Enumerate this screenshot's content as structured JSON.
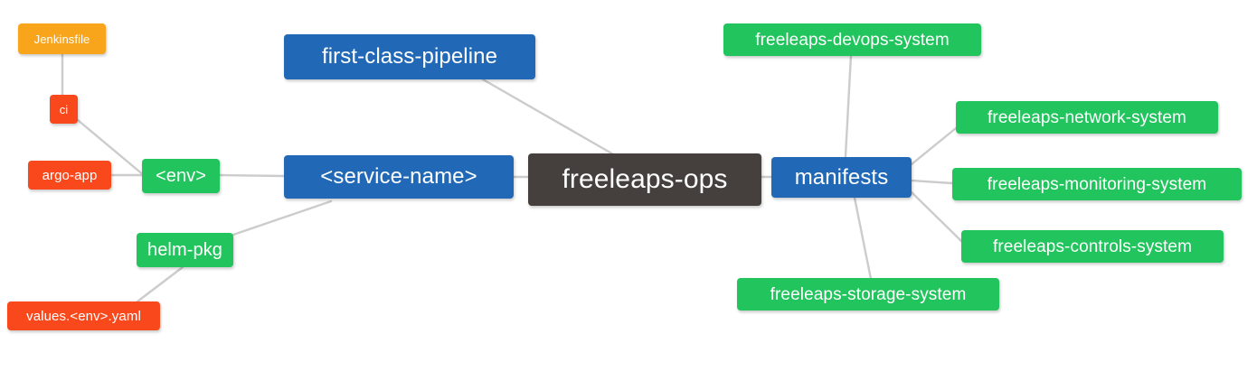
{
  "diagram": {
    "type": "mindmap",
    "title": "freeleaps-ops",
    "background_color": "#ffffff",
    "edge_color": "#cccccc",
    "palette": {
      "root": "#45403d",
      "blue": "#2169b6",
      "green": "#21c45d",
      "orange": "#f9a51b",
      "red": "#f9481b",
      "text": "#ffffff"
    }
  },
  "nodes": [
    {
      "id": "root",
      "label": "freeleaps-ops",
      "color": "#45403d"
    },
    {
      "id": "service",
      "label": "<service-name>",
      "color": "#2169b6"
    },
    {
      "id": "pipeline",
      "label": "first-class-pipeline",
      "color": "#2169b6"
    },
    {
      "id": "manifests",
      "label": "manifests",
      "color": "#2169b6"
    },
    {
      "id": "env",
      "label": "<env>",
      "color": "#21c45d"
    },
    {
      "id": "helmpkg",
      "label": "helm-pkg",
      "color": "#21c45d"
    },
    {
      "id": "jenkinsfile",
      "label": "Jenkinsfile",
      "color": "#f9a51b"
    },
    {
      "id": "ci",
      "label": "ci",
      "color": "#f9481b"
    },
    {
      "id": "argoapp",
      "label": "argo-app",
      "color": "#f9481b"
    },
    {
      "id": "valuesyaml",
      "label": "values.<env>.yaml",
      "color": "#f9481b"
    },
    {
      "id": "devops",
      "label": "freeleaps-devops-system",
      "color": "#21c45d"
    },
    {
      "id": "network",
      "label": "freeleaps-network-system",
      "color": "#21c45d"
    },
    {
      "id": "monitoring",
      "label": "freeleaps-monitoring-system",
      "color": "#21c45d"
    },
    {
      "id": "controls",
      "label": "freeleaps-controls-system",
      "color": "#21c45d"
    },
    {
      "id": "storage",
      "label": "freeleaps-storage-system",
      "color": "#21c45d"
    }
  ],
  "edges": [
    {
      "from": "root",
      "to": "service"
    },
    {
      "from": "root",
      "to": "pipeline"
    },
    {
      "from": "root",
      "to": "manifests"
    },
    {
      "from": "service",
      "to": "env"
    },
    {
      "from": "service",
      "to": "helmpkg"
    },
    {
      "from": "env",
      "to": "ci"
    },
    {
      "from": "env",
      "to": "argoapp"
    },
    {
      "from": "ci",
      "to": "jenkinsfile"
    },
    {
      "from": "helmpkg",
      "to": "valuesyaml"
    },
    {
      "from": "manifests",
      "to": "devops"
    },
    {
      "from": "manifests",
      "to": "network"
    },
    {
      "from": "manifests",
      "to": "monitoring"
    },
    {
      "from": "manifests",
      "to": "controls"
    },
    {
      "from": "manifests",
      "to": "storage"
    }
  ]
}
